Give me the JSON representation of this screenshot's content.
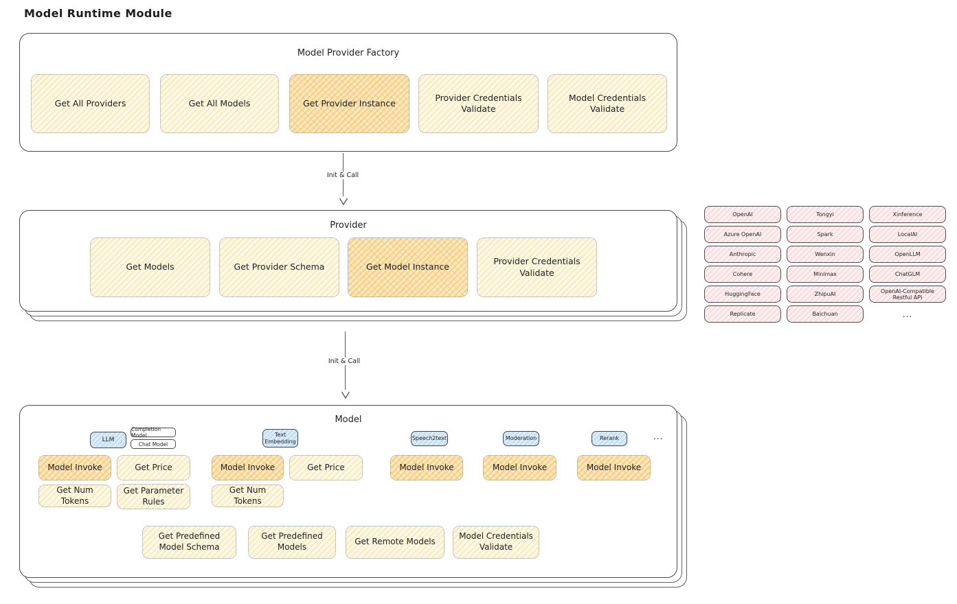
{
  "page_title": "Model Runtime Module",
  "arrow1": {
    "label": "Init & Call"
  },
  "arrow2": {
    "label": "Init & Call"
  },
  "factory": {
    "title": "Model Provider Factory",
    "buttons": [
      {
        "label": "Get All Providers",
        "highlight": false
      },
      {
        "label": "Get All Models",
        "highlight": false
      },
      {
        "label": "Get Provider Instance",
        "highlight": true
      },
      {
        "label": "Provider Credentials Validate",
        "highlight": false
      },
      {
        "label": "Model Credentials Validate",
        "highlight": false
      }
    ]
  },
  "provider": {
    "title": "Provider",
    "buttons": [
      {
        "label": "Get Models",
        "highlight": false
      },
      {
        "label": "Get Provider Schema",
        "highlight": false
      },
      {
        "label": "Get Model Instance",
        "highlight": true
      },
      {
        "label": "Provider Credentials Validate",
        "highlight": false
      }
    ]
  },
  "providers_grid": {
    "items": [
      "OpenAI",
      "Tongyi",
      "Xinference",
      "Azure OpenAI",
      "Spark",
      "LocalAI",
      "Anthropic",
      "Wenxin",
      "OpenLLM",
      "Cohere",
      "Minimax",
      "ChatGLM",
      "HuggingFace",
      "ZhipuAI",
      "OpenAI-Compatible Restful API",
      "Replicate",
      "Baichuan"
    ],
    "more": "..."
  },
  "model": {
    "title": "Model",
    "tags": {
      "llm": "LLM",
      "completion": "Completion Model",
      "chat": "Chat Model",
      "text_embedding": "Text Embedding",
      "speech2text": "Speech2text",
      "moderation": "Moderation",
      "rerank": "Rerank",
      "more": "..."
    },
    "buttons": {
      "model_invoke": "Model Invoke",
      "get_price": "Get Price",
      "get_num_tokens": "Get Num Tokens",
      "get_parameter_rules": "Get Parameter Rules",
      "get_predefined_model_schema": "Get Predefined Model Schema",
      "get_predefined_models": "Get Predefined Models",
      "get_remote_models": "Get Remote Models",
      "model_credentials_validate": "Model Credentials Validate"
    }
  },
  "colors": {
    "action_fill": "#fdf8e3",
    "action_highlight": "#fbe8bd",
    "provider_pill_fill": "#fdeff0",
    "model_tag_fill": "#daecf9",
    "outline": "#46494e"
  }
}
